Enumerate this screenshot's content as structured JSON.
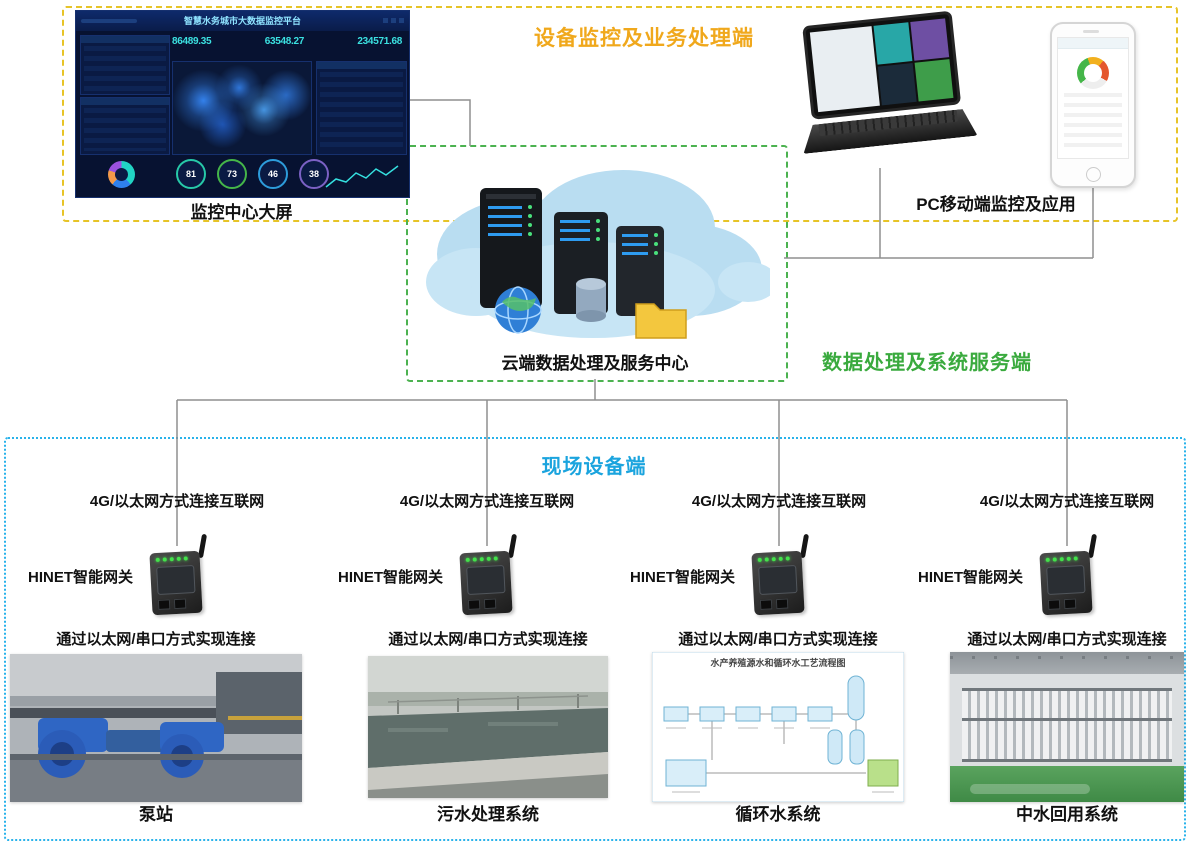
{
  "colors": {
    "monitor_border": "#e7c428",
    "monitor_title": "#f0a81c",
    "cloud_border": "#4cb250",
    "cloud_title": "#3aaa3e",
    "field_border": "#29b2ea",
    "field_title": "#1ba4de",
    "connector_line": "#8f8f8f"
  },
  "sections": {
    "monitor": {
      "title": "设备监控及业务处理端",
      "dashboard_caption": "监控中心大屏",
      "pc_caption": "PC移动端监控及应用"
    },
    "cloud": {
      "caption": "云端数据处理及服务中心",
      "side_title": "数据处理及系统服务端"
    },
    "field": {
      "title": "现场设备端"
    }
  },
  "dashboard": {
    "header_title": "智慧水务城市大数据监控平台",
    "stats": [
      "86489.35",
      "63548.27",
      "234571.68"
    ],
    "gauges": [
      "81",
      "73",
      "46",
      "38"
    ]
  },
  "field_columns": [
    {
      "net": "4G/以太网方式连接互联网",
      "gateway": "HINET智能网关",
      "conn": "通过以太网/串口方式实现连接",
      "device": "泵站"
    },
    {
      "net": "4G/以太网方式连接互联网",
      "gateway": "HINET智能网关",
      "conn": "通过以太网/串口方式实现连接",
      "device": "污水处理系统"
    },
    {
      "net": "4G/以太网方式连接互联网",
      "gateway": "HINET智能网关",
      "conn": "通过以太网/串口方式实现连接",
      "device": "循环水系统"
    },
    {
      "net": "4G/以太网方式连接互联网",
      "gateway": "HINET智能网关",
      "conn": "通过以太网/串口方式实现连接",
      "device": "中水回用系统"
    }
  ],
  "photos": {
    "flow_diagram_title": "水产养殖源水和循环水工艺流程图"
  }
}
